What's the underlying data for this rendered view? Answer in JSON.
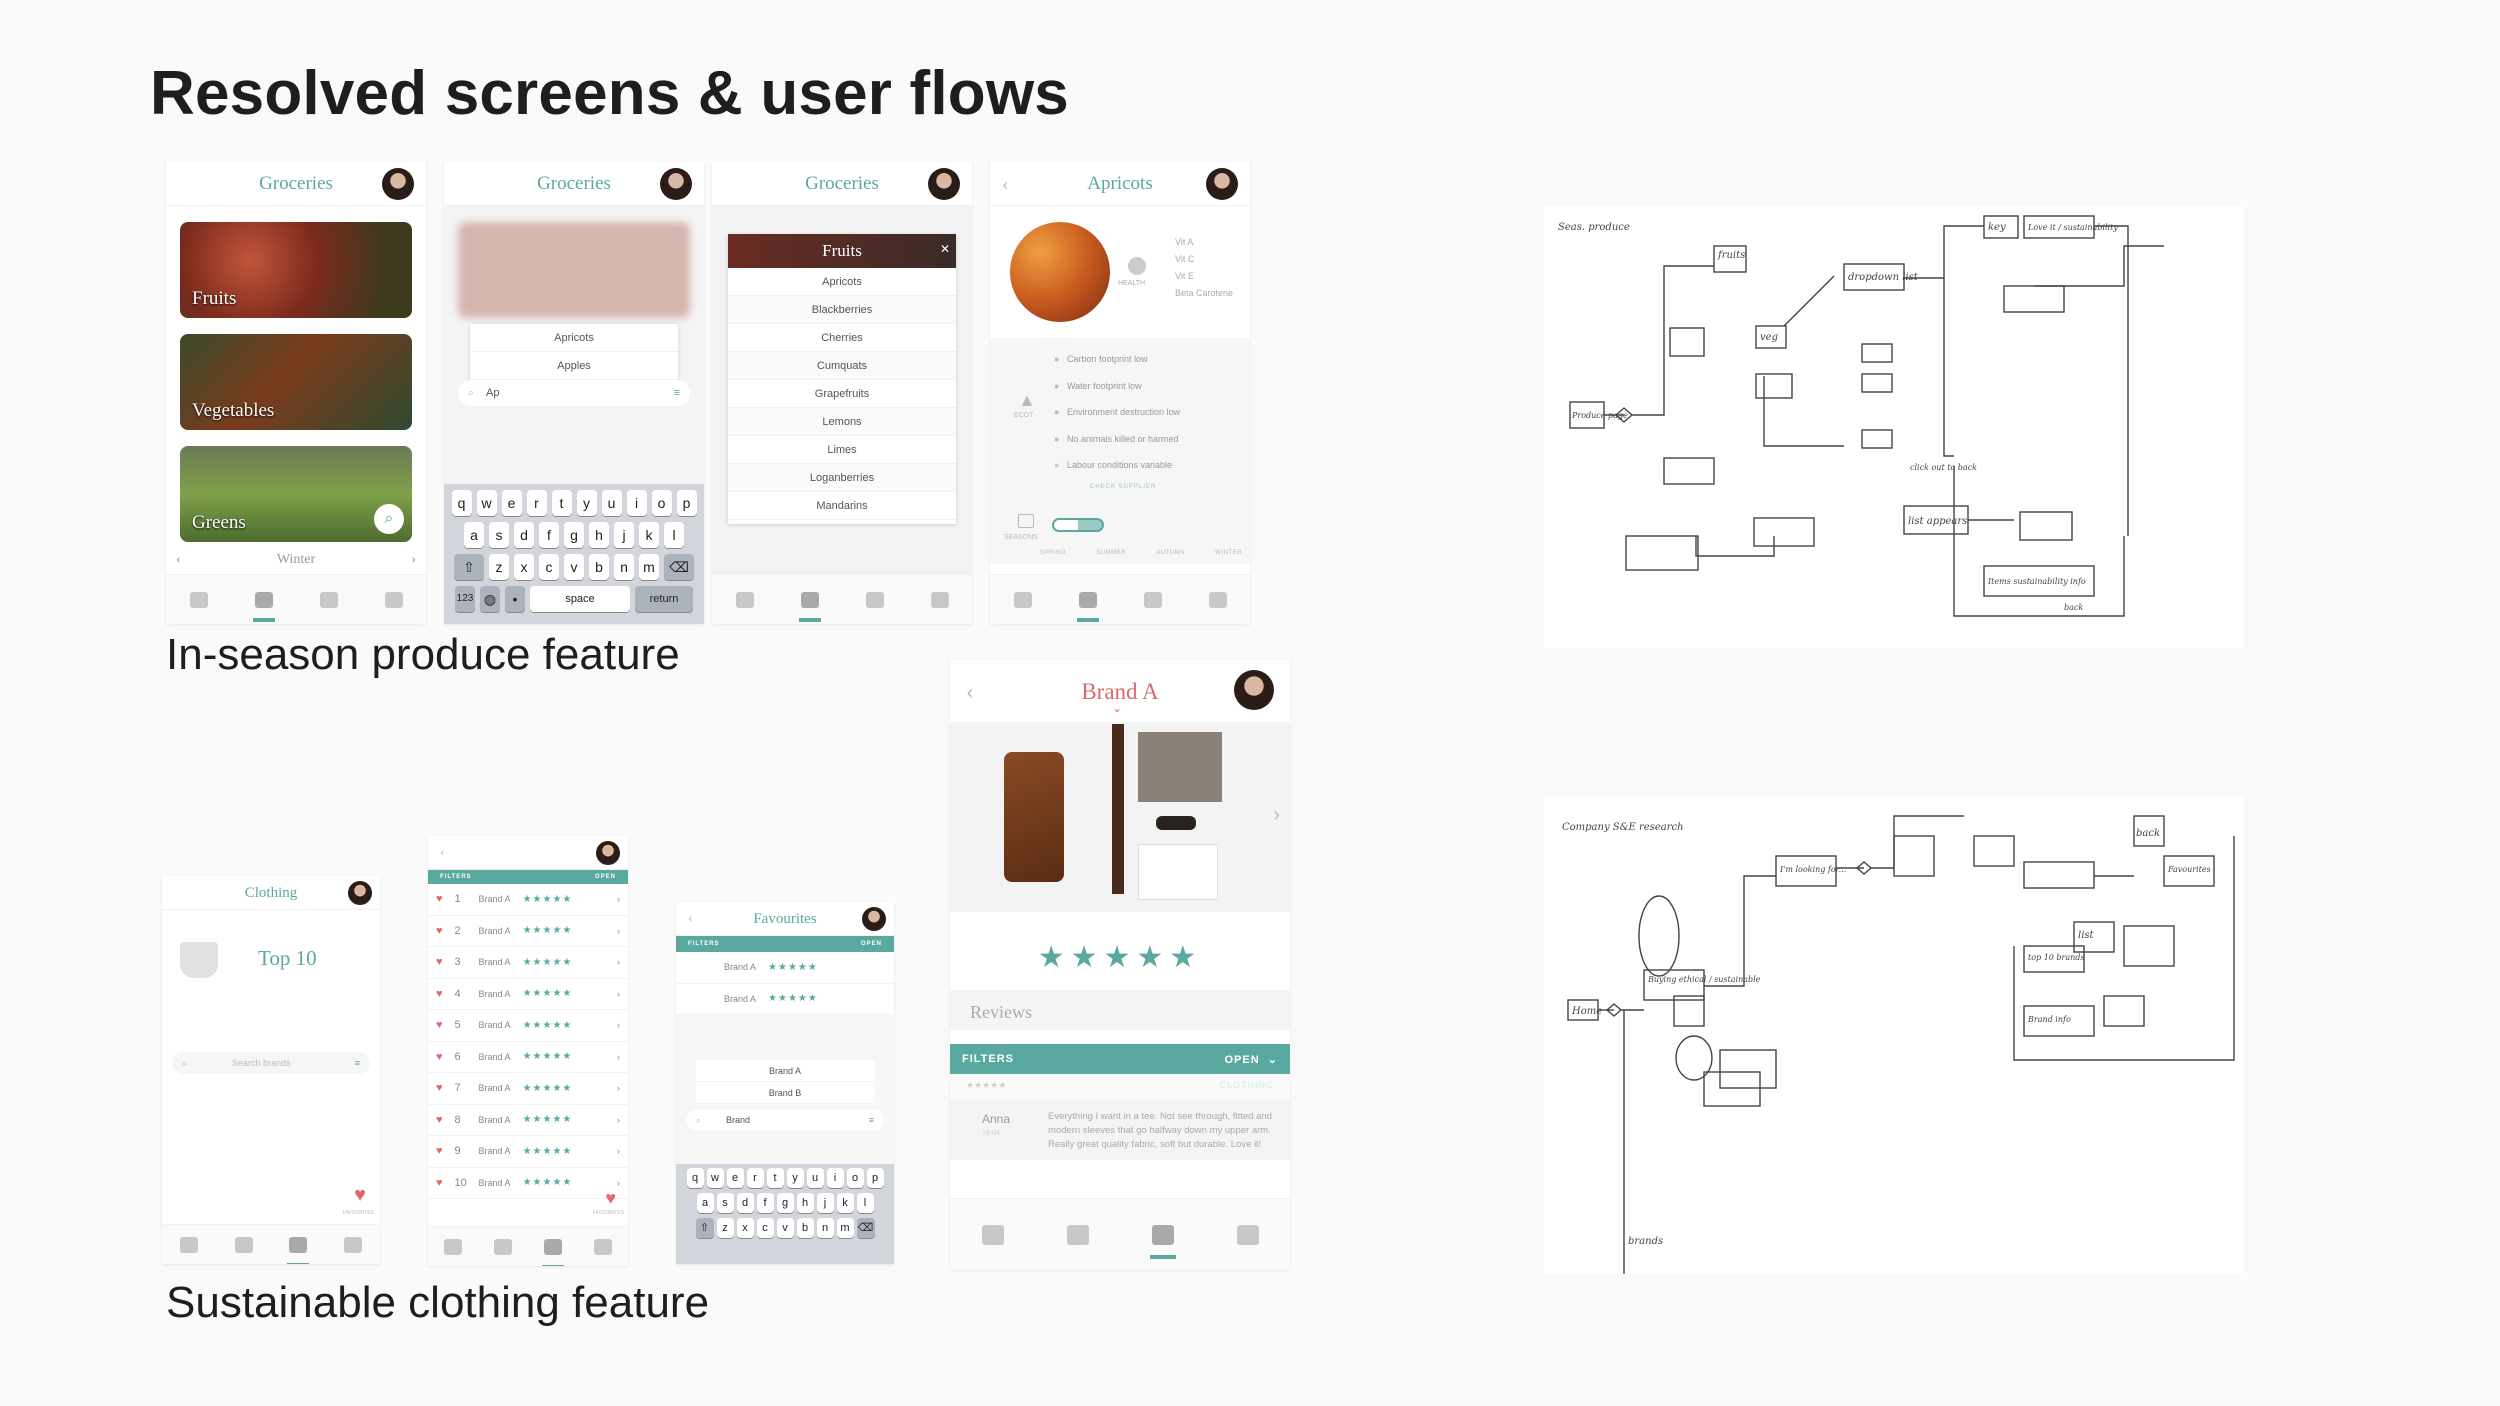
{
  "title": "Resolved screens & user flows",
  "sections": {
    "produce": "In-season produce feature",
    "clothing": "Sustainable clothing feature"
  },
  "groceries": {
    "title": "Groceries",
    "categories": [
      "Fruits",
      "Vegetables",
      "Greens"
    ],
    "season": "Winter"
  },
  "search": {
    "suggestions": [
      "Apricots",
      "Apples"
    ],
    "value": "Ap"
  },
  "keyboard": {
    "row1": [
      "q",
      "w",
      "e",
      "r",
      "t",
      "y",
      "u",
      "i",
      "o",
      "p"
    ],
    "row2": [
      "a",
      "s",
      "d",
      "f",
      "g",
      "h",
      "j",
      "k",
      "l"
    ],
    "row3": [
      "z",
      "x",
      "c",
      "v",
      "b",
      "n",
      "m"
    ],
    "num": "123",
    "space": "space",
    "return": "return"
  },
  "fruits": {
    "title": "Fruits",
    "items": [
      "Apricots",
      "Blackberries",
      "Cherries",
      "Cumquats",
      "Grapefruits",
      "Lemons",
      "Limes",
      "Loganberries",
      "Mandarins"
    ]
  },
  "apricots": {
    "title": "Apricots",
    "health_label": "HEALTH",
    "vitamins": [
      "Vit A",
      "Vit C",
      "Vit E",
      "Beta Carotene"
    ],
    "ecot_label": "ECOT",
    "eco": [
      "Carbon footprint low",
      "Water footprint low",
      "Environment destruction low",
      "No animals killed or harmed",
      "Labour conditions variable"
    ],
    "check": "CHECK SUPPLIER",
    "seasons_label": "SEASONS",
    "seasons": [
      "SPRING",
      "SUMMER",
      "AUTUMN",
      "WINTER"
    ]
  },
  "clothing": {
    "title": "Clothing",
    "top": "Top 10",
    "search_placeholder": "Search brands",
    "fav_label": "FAVOURITES"
  },
  "top10": {
    "filters": "FILTERS",
    "open": "OPEN",
    "rows": [
      {
        "n": "1",
        "brand": "Brand A"
      },
      {
        "n": "2",
        "brand": "Brand A"
      },
      {
        "n": "3",
        "brand": "Brand A"
      },
      {
        "n": "4",
        "brand": "Brand A"
      },
      {
        "n": "5",
        "brand": "Brand A"
      },
      {
        "n": "6",
        "brand": "Brand A"
      },
      {
        "n": "7",
        "brand": "Brand A"
      },
      {
        "n": "8",
        "brand": "Brand A"
      },
      {
        "n": "9",
        "brand": "Brand A"
      },
      {
        "n": "10",
        "brand": "Brand A"
      }
    ],
    "fav_label": "FAVOURITES"
  },
  "favourites": {
    "title": "Favourites",
    "filters": "FILTERS",
    "open": "OPEN",
    "rows": [
      "Brand A",
      "Brand A"
    ],
    "suggestions": [
      "Brand A",
      "Brand B"
    ],
    "value": "Brand"
  },
  "brand": {
    "title": "Brand A",
    "reviews_label": "Reviews",
    "filters": "FILTERS",
    "open": "OPEN",
    "clothing_tag": "CLOTHING",
    "review_author": "Anna",
    "review_date": "19-04",
    "review_text": "Everything I want in a tee. Not see through, fitted and modern sleeves that go halfway down my upper arm. Really great quality fabric, soft but durable. Love it!",
    "stars": 5
  },
  "sketch1": {
    "heading": "Seas. produce",
    "labels": [
      "fruits",
      "veg",
      "dropdown list",
      "key",
      "Love it / sustainability",
      "Produce page",
      "list appears",
      "Items sustainability info",
      "click out to back",
      "back"
    ]
  },
  "sketch2": {
    "heading": "Company S&E research",
    "labels": [
      "Home",
      "Buying ethical / sustainable",
      "I'm looking for...",
      "top 10 brands",
      "list",
      "back",
      "Brand info",
      "Favourites",
      "brands"
    ]
  }
}
